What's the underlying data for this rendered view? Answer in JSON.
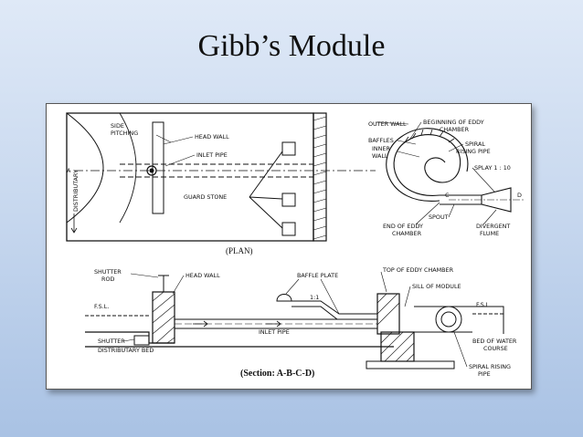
{
  "slide": {
    "title": "Gibb’s Module"
  },
  "diagram": {
    "plan": {
      "caption": "(PLAN)",
      "labels": {
        "side_pitching": [
          "SIDE",
          "PITCHING"
        ],
        "head_wall": "HEAD WALL",
        "inlet_pipe": "INLET PIPE",
        "guard_stone": "GUARD STONE",
        "distributary": "DISTRIBUTARY",
        "point_a": "A",
        "outer_wall": "OUTER WALL",
        "baffles": "BAFFLES",
        "inner_wall": [
          "INNER",
          "WALL"
        ],
        "beginning_eddy": [
          "BEGINNING OF EDDY",
          "CHAMBER"
        ],
        "spiral_rising_pipe": [
          "SPIRAL",
          "RISING PIPE"
        ],
        "splay": "SPLAY 1 : 10",
        "spout": "SPOUT",
        "end_eddy": [
          "END OF EDDY",
          "CHAMBER"
        ],
        "divergent_flume": [
          "DIVERGENT",
          "FLUME"
        ],
        "point_c": "C",
        "point_d": "D"
      }
    },
    "section": {
      "caption": "(Section: A-B-C-D)",
      "labels": {
        "shutter_rod": [
          "SHUTTER",
          "ROD"
        ],
        "head_wall": "HEAD WALL",
        "baffle_plate": "BAFFLE PLATE",
        "top_eddy": "TOP OF EDDY CHAMBER",
        "sill": "SILL OF MODULE",
        "fsl_left": "F.S.L.",
        "fsl_right": "F.S.L",
        "inlet_pipe": "INLET PIPE",
        "shutter": "SHUTTER",
        "distributary_bed": "DISTRIBUTARY BED",
        "bed_water_course": [
          "BED OF WATER",
          "COURSE"
        ],
        "spiral_rising_pipe": [
          "SPIRAL RISING",
          "PIPE"
        ],
        "slope": "1:1"
      }
    }
  }
}
